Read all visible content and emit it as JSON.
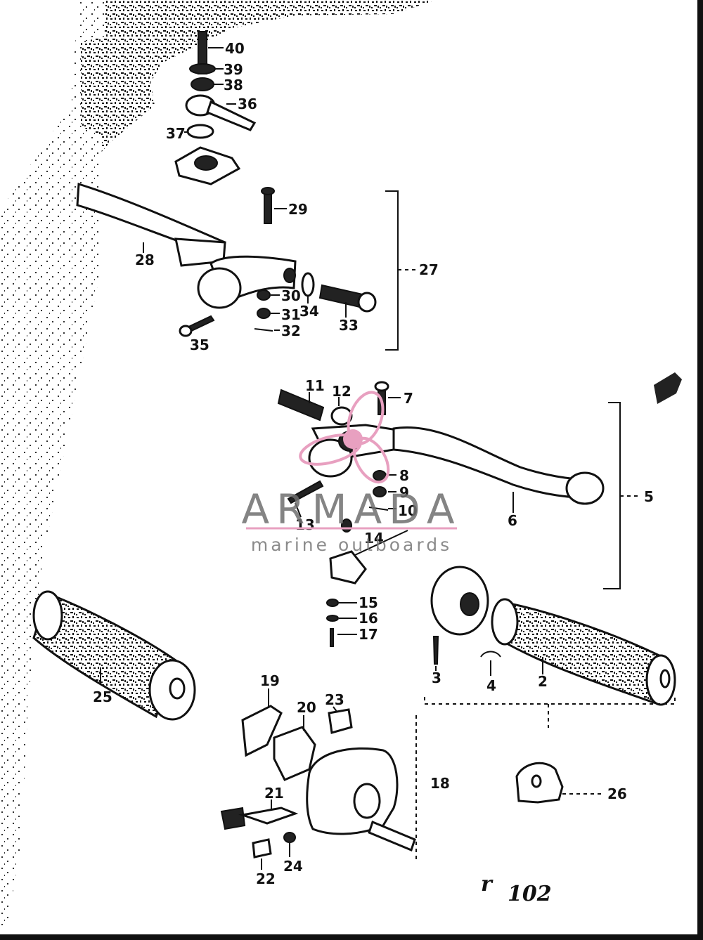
{
  "watermark": {
    "brand": "ARMADA",
    "tagline": "marine outboards",
    "accent_color": "#e8a0c0"
  },
  "page_number": {
    "prefix": "r",
    "value": "102"
  },
  "callouts": {
    "c40": "40",
    "c39": "39",
    "c38": "38",
    "c36": "36",
    "c37": "37",
    "c29": "29",
    "c27": "27",
    "c28": "28",
    "c30": "30",
    "c34": "34",
    "c31": "31",
    "c32": "32",
    "c33": "33",
    "c35": "35",
    "c11": "11",
    "c12": "12",
    "c7": "7",
    "c8": "8",
    "c9": "9",
    "c10": "10",
    "c13": "13",
    "c6": "6",
    "c5": "5",
    "c14": "14",
    "c15": "15",
    "c16": "16",
    "c17": "17",
    "c3": "3",
    "c4": "4",
    "c2": "2",
    "c25": "25",
    "c19": "19",
    "c20": "20",
    "c23": "23",
    "c18": "18",
    "c21": "21",
    "c22": "22",
    "c24": "24",
    "c26": "26"
  }
}
